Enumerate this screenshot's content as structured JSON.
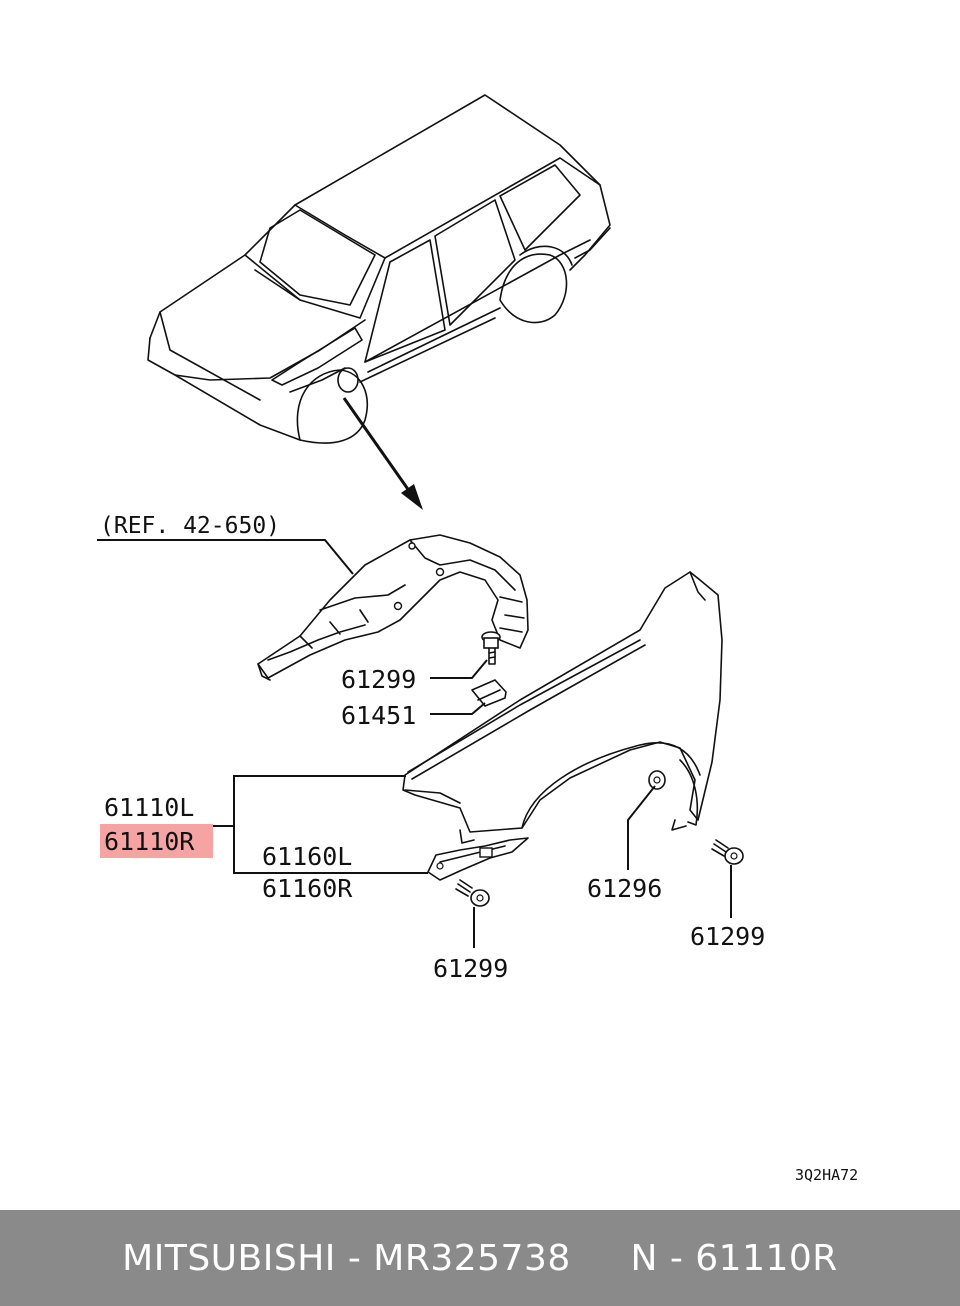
{
  "diagram": {
    "reference_label": "(REF. 42-650)",
    "parts": {
      "top_bolt": "61299",
      "bracket": "61451",
      "fender_left": "61110L",
      "fender_right": "61110R",
      "stay_left": "61160L",
      "stay_right": "61160R",
      "nut": "61296",
      "rear_bolt": "61299",
      "lower_bolt": "61299"
    },
    "highlighted_part": "61110R",
    "highlight_color": "#f28c8c",
    "drawing_code": "3Q2HA72"
  },
  "footer": {
    "text": "MITSUBISHI - MR325738     N - 61110R",
    "background": "#8a8a8a"
  }
}
